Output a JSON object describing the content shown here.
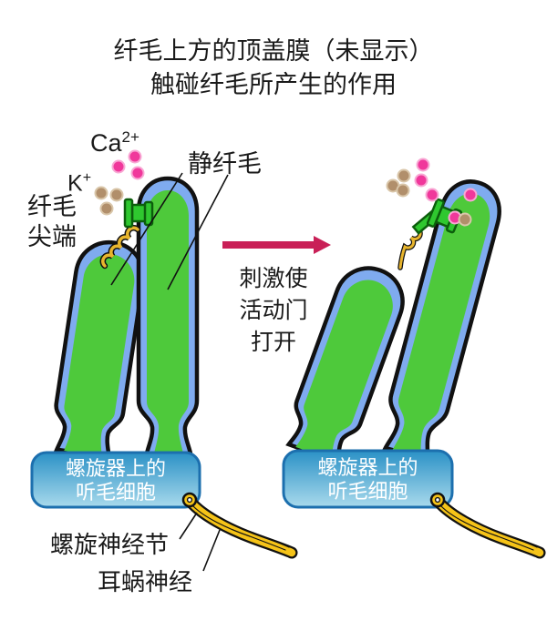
{
  "title": {
    "line1": "纤毛上方的顶盖膜（未显示）",
    "line2": "触碰纤毛所产生的作用"
  },
  "labels": {
    "ca_base": "Ca",
    "ca_sup": "2+",
    "k_base": "K",
    "k_sup": "+",
    "cilia_tip_line1": "纤毛",
    "cilia_tip_line2": "尖端",
    "stereocilia": "静纤毛",
    "stimulus_line1": "刺激使",
    "stimulus_line2": "活动门",
    "stimulus_line3": "打开",
    "hair_cell_line1": "螺旋器上的",
    "hair_cell_line2": "听毛细胞",
    "spiral_ganglion": "螺旋神经节",
    "cochlear_nerve": "耳蜗神经"
  },
  "colors": {
    "cilium_fill": "#4ec93b",
    "cilium_membrane": "#7fabef",
    "outline": "#111111",
    "channel_green": "#2fc82f",
    "channel_border": "#0c5e0c",
    "spring_gold": "#e8b52d",
    "nerve_gold": "#f5c318",
    "arrow_crimson": "#c92057",
    "ca_ion": "#f0389b",
    "ca_ion_rim": "#f8a8d4",
    "k_ion": "#b18f6b",
    "k_ion_rim": "#d9c6a9",
    "box_gradient_top": "#2b91c6",
    "box_gradient_bottom": "#a9daec",
    "box_border": "#1c6fae",
    "text": "#1a1a1a"
  }
}
